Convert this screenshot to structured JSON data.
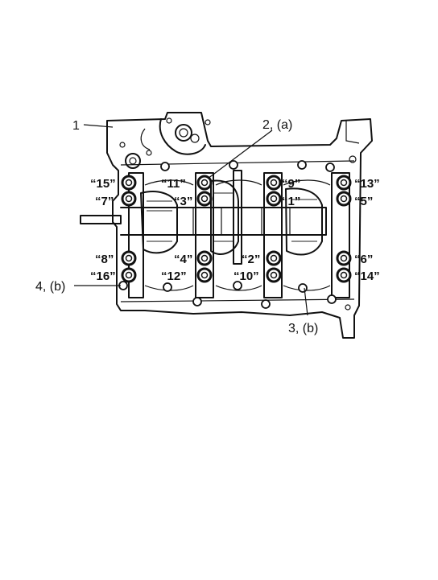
{
  "callouts": [
    {
      "id": "c1",
      "text": "1"
    },
    {
      "id": "c2",
      "text": "2, (a)"
    },
    {
      "id": "c3",
      "text": "3, (b)"
    },
    {
      "id": "c4",
      "text": "4, (b)"
    }
  ],
  "bolt_sequence": [
    {
      "id": "b15",
      "text": "“15”"
    },
    {
      "id": "b7",
      "text": "“7”"
    },
    {
      "id": "b11",
      "text": "“11”"
    },
    {
      "id": "b3",
      "text": "“3”"
    },
    {
      "id": "b9",
      "text": "“9”"
    },
    {
      "id": "b1",
      "text": "“1”"
    },
    {
      "id": "b13",
      "text": "“13”"
    },
    {
      "id": "b5",
      "text": "“5”"
    },
    {
      "id": "b8",
      "text": "“8”"
    },
    {
      "id": "b16",
      "text": "“16”"
    },
    {
      "id": "b4",
      "text": "“4”"
    },
    {
      "id": "b12",
      "text": "“12”"
    },
    {
      "id": "b2",
      "text": "“2”"
    },
    {
      "id": "b10",
      "text": "“10”"
    },
    {
      "id": "b6",
      "text": "“6”"
    },
    {
      "id": "b14",
      "text": "“14”"
    }
  ]
}
